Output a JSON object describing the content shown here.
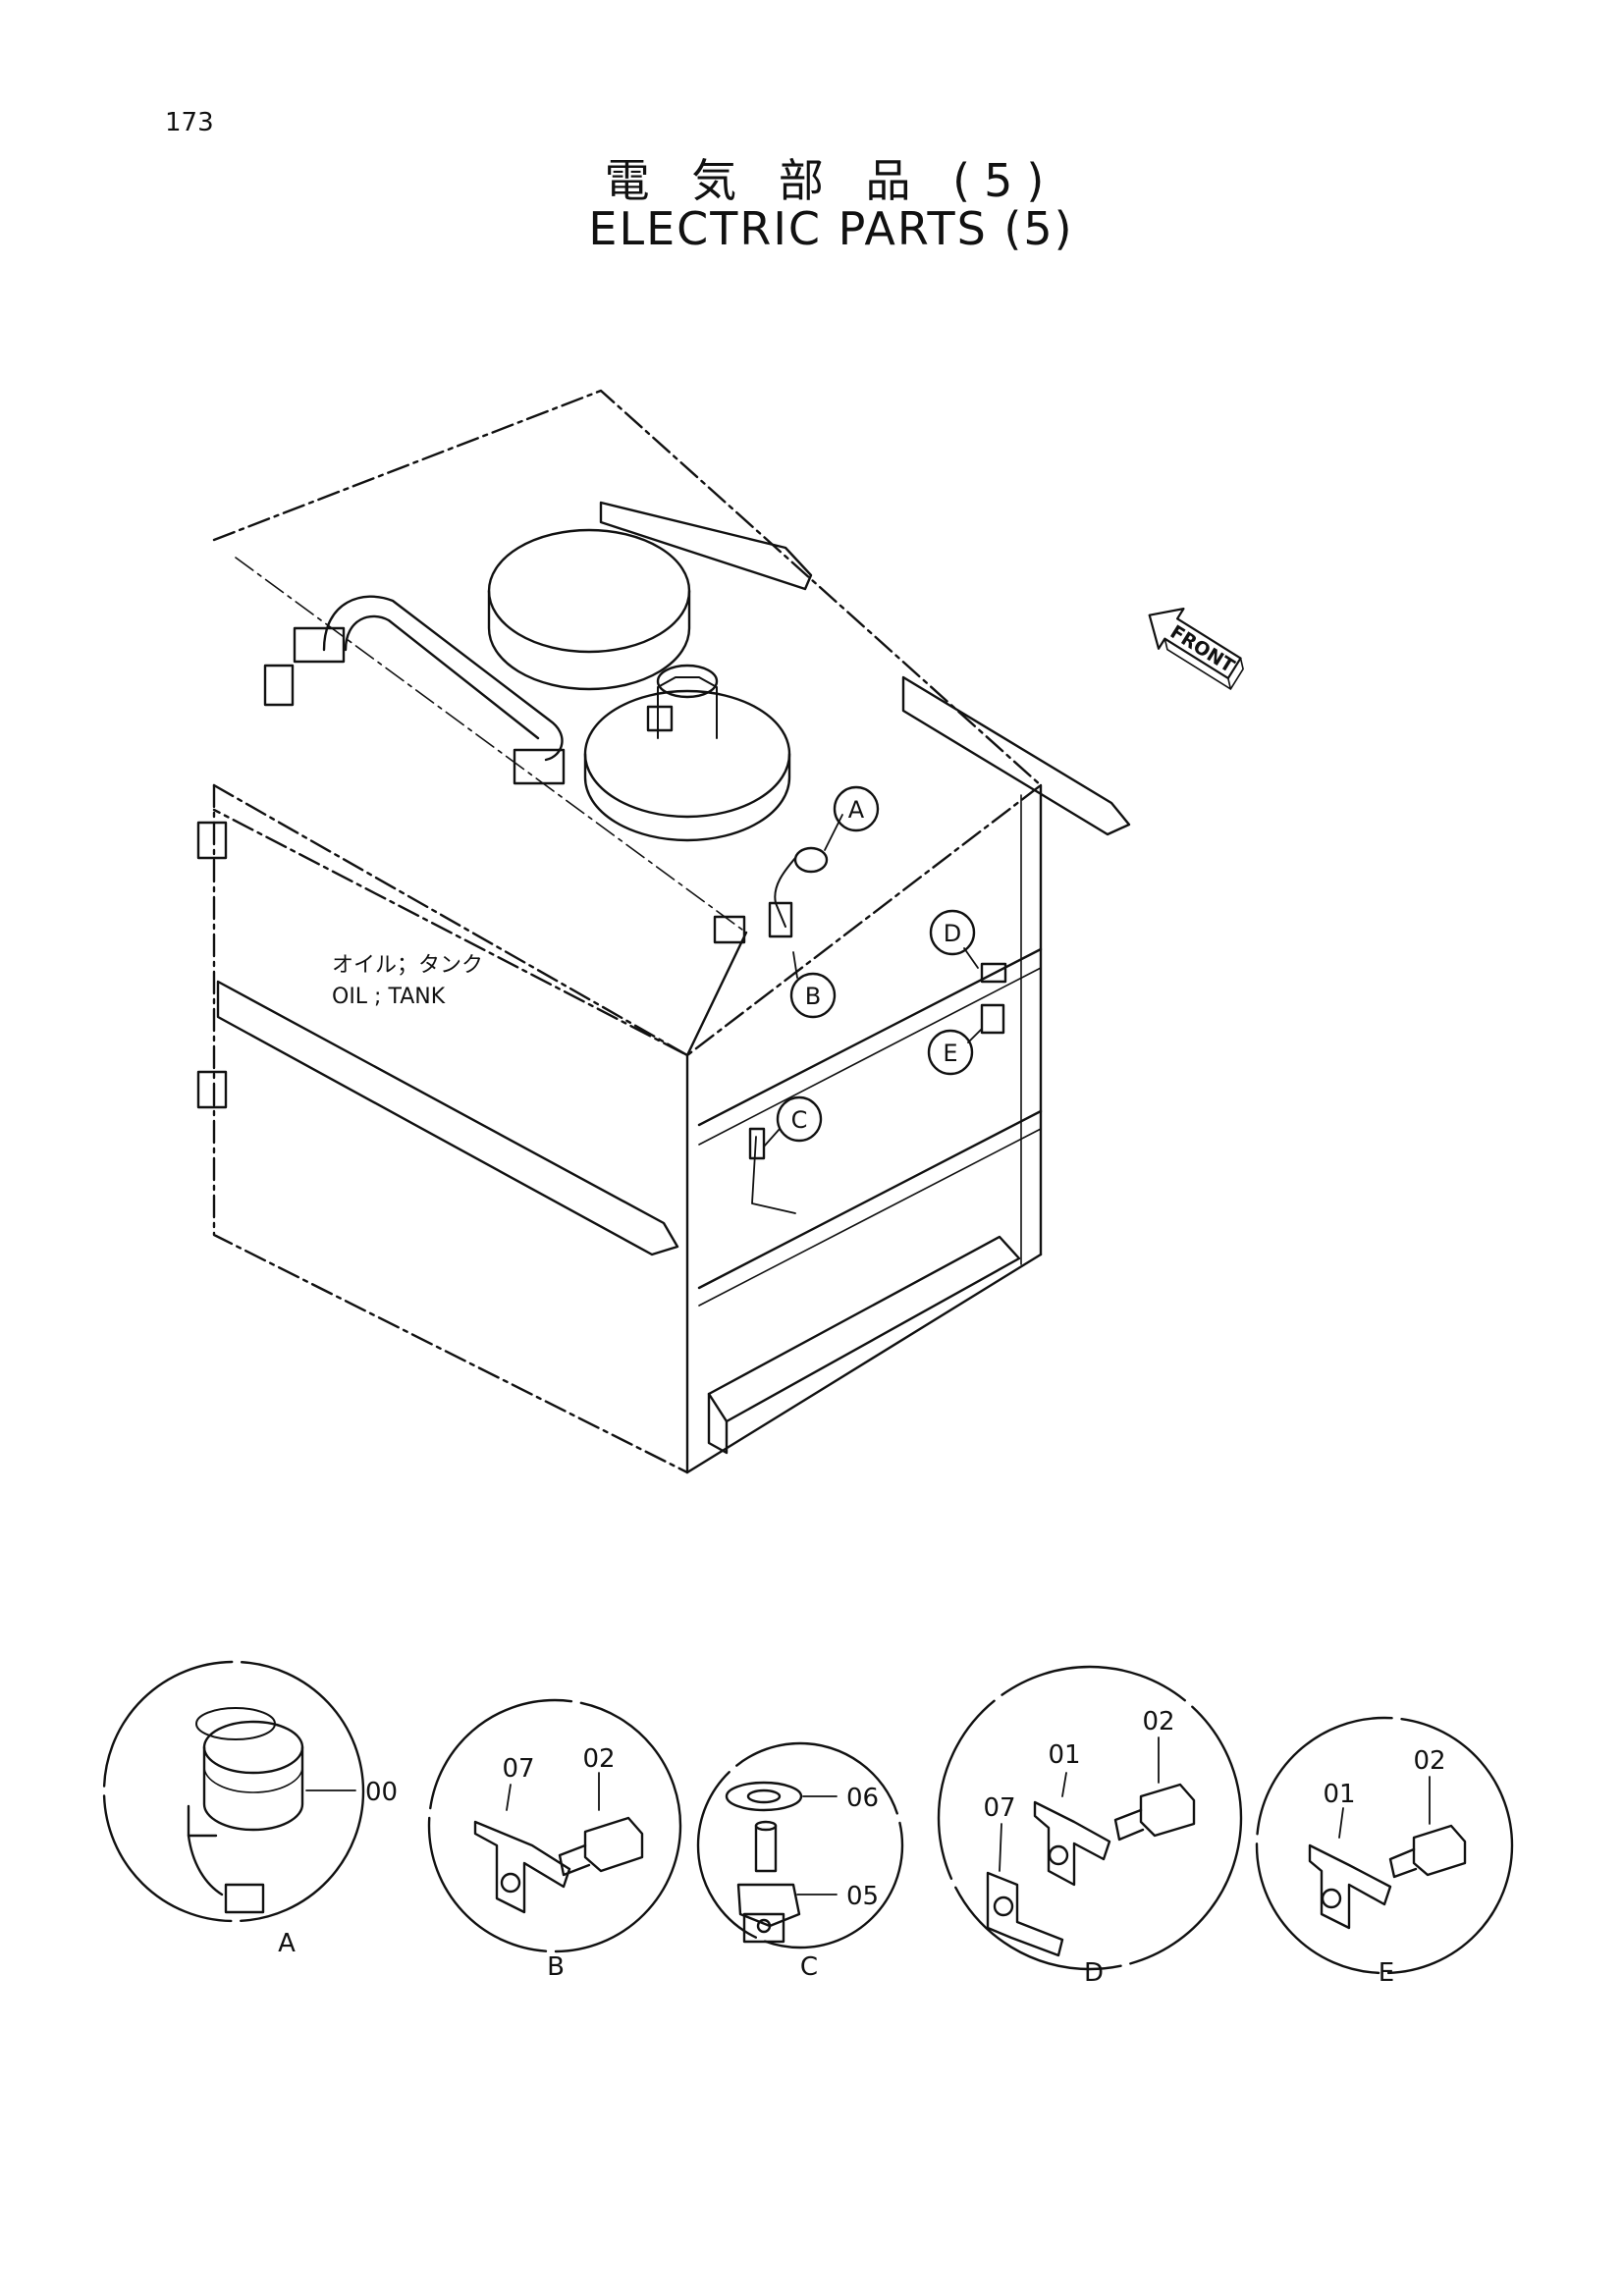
{
  "page": {
    "number": "173"
  },
  "title": {
    "japanese": "電 気 部 品 (5)",
    "english": "ELECTRIC PARTS (5)"
  },
  "tank_label": {
    "japanese": "オイル；タンク",
    "english": "OIL ; TANK"
  },
  "front_label": "FRONT",
  "callouts": {
    "a": "A",
    "b": "B",
    "c": "C",
    "d": "D",
    "e": "E"
  },
  "details": {
    "a": {
      "letter": "A",
      "parts": [
        "00"
      ]
    },
    "b": {
      "letter": "B",
      "parts": [
        "07",
        "02"
      ]
    },
    "c": {
      "letter": "C",
      "parts": [
        "06",
        "05"
      ]
    },
    "d": {
      "letter": "D",
      "parts": [
        "02",
        "01",
        "07"
      ]
    },
    "e": {
      "letter": "E",
      "parts": [
        "02",
        "01"
      ]
    }
  }
}
